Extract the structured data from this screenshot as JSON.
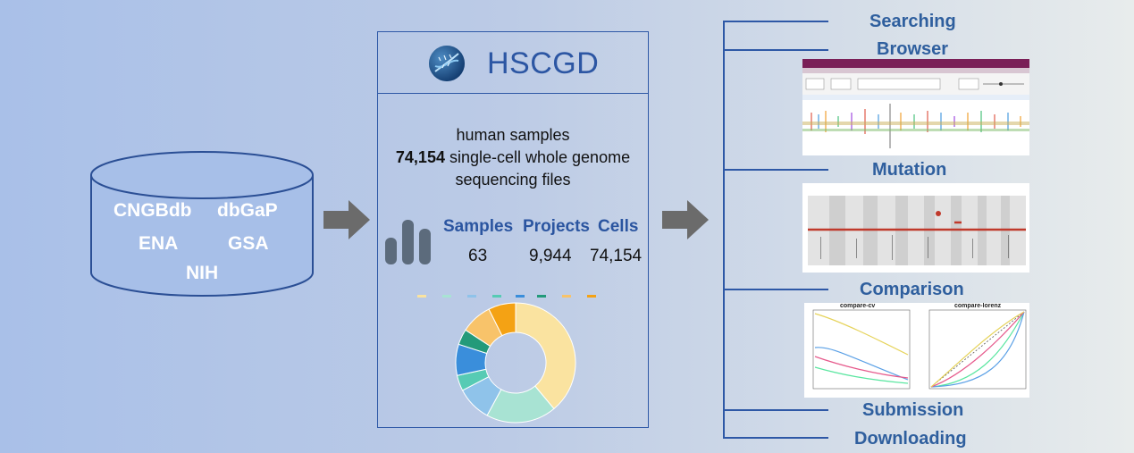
{
  "sources": {
    "items": [
      "CNGBdb",
      "dbGaP",
      "ENA",
      "GSA",
      "NIH"
    ]
  },
  "hub": {
    "title": "HSCGD",
    "desc_line1": "human samples",
    "desc_count": "74,154",
    "desc_line2_rest": " single-cell whole genome",
    "desc_line3": "sequencing files",
    "stats": {
      "headers": [
        "Samples",
        "Projects",
        "Cells"
      ],
      "values": [
        "63",
        "9,944",
        "74,154"
      ]
    },
    "donut": {
      "slices": [
        {
          "value": 37,
          "color": "#fae3a0"
        },
        {
          "value": 18,
          "color": "#a8e3d3"
        },
        {
          "value": 9,
          "color": "#8fc3ea"
        },
        {
          "value": 4,
          "color": "#57cbb4"
        },
        {
          "value": 8,
          "color": "#3a8edb"
        },
        {
          "value": 4,
          "color": "#239a7a"
        },
        {
          "value": 8,
          "color": "#f8c36a"
        },
        {
          "value": 7,
          "color": "#f4a214"
        }
      ]
    }
  },
  "features": {
    "items": [
      "Searching",
      "Browser",
      "Mutation",
      "Comparison",
      "Submission",
      "Downloading"
    ],
    "comparison": {
      "left_title": "compare-cv",
      "right_title": "compare-lorenz"
    }
  },
  "colors": {
    "accent": "#2e58a6",
    "arrow": "#6b6b6b",
    "cylinder": "#a7bfe8"
  }
}
